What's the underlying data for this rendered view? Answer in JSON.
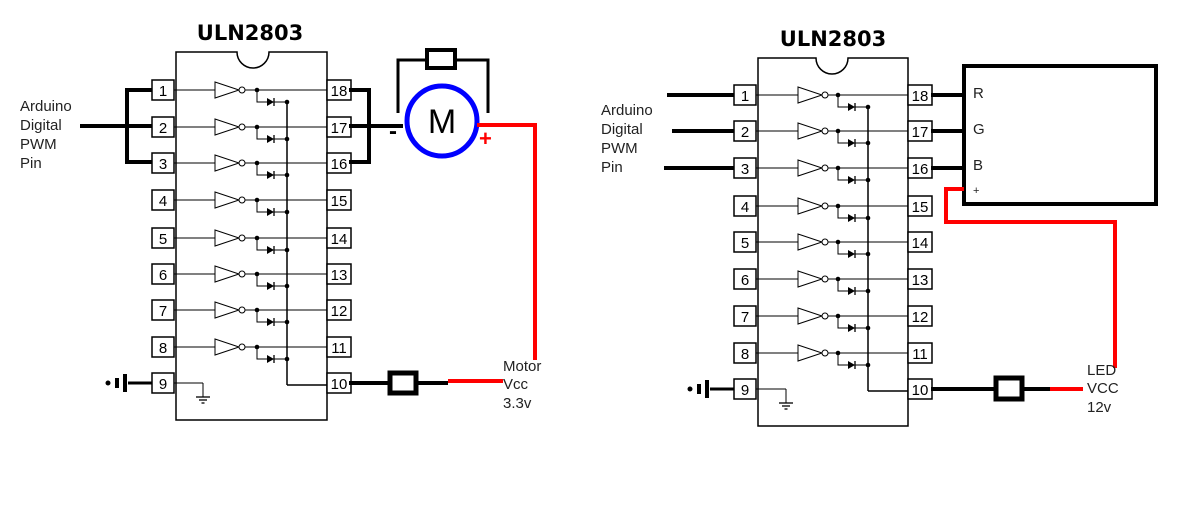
{
  "left": {
    "title": "ULN2803",
    "input_label": [
      "Arduino",
      "Digital",
      "PWM",
      "Pin"
    ],
    "motor_symbol": "M",
    "motor_minus": "-",
    "motor_plus": "+",
    "supply_label": [
      "Motor",
      "Vcc",
      "3.3v"
    ]
  },
  "right": {
    "title": "ULN2803",
    "input_label": [
      "Arduino",
      "Digital",
      "PWM",
      "Pin"
    ],
    "strip_pins": [
      "R",
      "G",
      "B",
      "+"
    ],
    "supply_label": [
      "LED",
      "VCC",
      "12v"
    ]
  },
  "left_pins": [
    "1",
    "2",
    "3",
    "4",
    "5",
    "6",
    "7",
    "8",
    "9"
  ],
  "right_pins": [
    "18",
    "17",
    "16",
    "15",
    "14",
    "13",
    "12",
    "11",
    "10"
  ],
  "colors": {
    "wire": "#000000",
    "power": "#ff0000",
    "motor_ring": "#0000ff"
  },
  "icons": [
    "ground-icon",
    "battery-icon",
    "inverter-icon",
    "diode-icon",
    "motor-icon",
    "resistor-icon"
  ]
}
